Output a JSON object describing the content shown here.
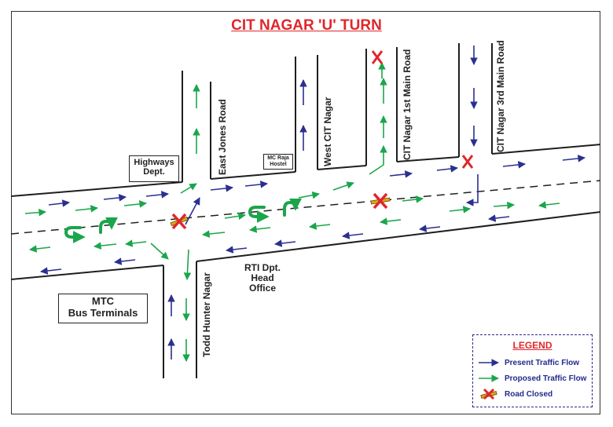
{
  "title": "CIT NAGAR 'U' TURN",
  "places": {
    "highways": [
      "Highways",
      "Dept."
    ],
    "mc_raja": [
      "MC Raja",
      "Hostel"
    ],
    "rti": [
      "RTI Dpt.",
      "Head Office"
    ],
    "mtc": [
      "MTC",
      "Bus Terminals"
    ]
  },
  "roads": {
    "east_jones": "East Jones Road",
    "west_cit": "West CIT Nagar",
    "cit_1st": "CIT Nagar 1st Main Road",
    "cit_3rd": "CIT Nagar 3rd Main Road",
    "todd_hunter": "Todd Hunter Nagar"
  },
  "legend": {
    "title": "LEGEND",
    "present": "Present Traffic Flow",
    "proposed": "Proposed Traffic Flow",
    "closed": "Road Closed"
  },
  "colors": {
    "present": "#2b2f8f",
    "proposed": "#1aa64b",
    "closed": "#e0262b",
    "title": "#e0262b"
  }
}
